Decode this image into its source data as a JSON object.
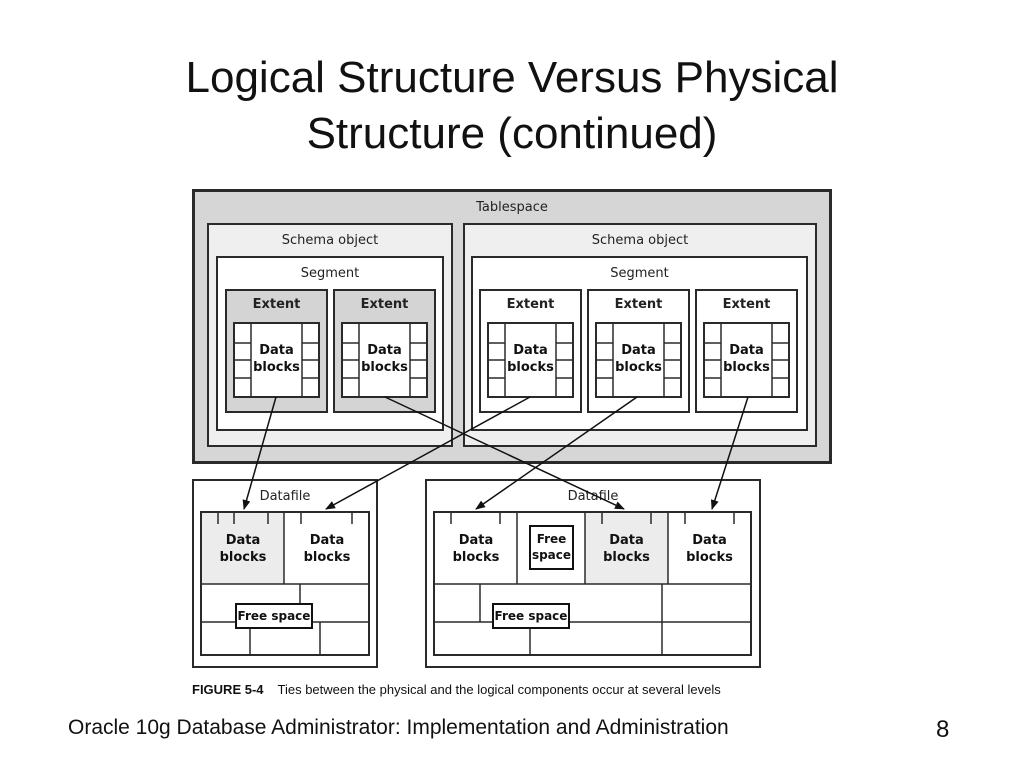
{
  "slide": {
    "title_line1": "Logical Structure Versus Physical",
    "title_line2": "Structure (continued)",
    "footer": "Oracle 10g Database Administrator: Implementation and Administration",
    "page_number": "8"
  },
  "figure": {
    "label": "FIGURE 5-4",
    "caption": "Ties between the physical and the logical components occur at several levels",
    "tablespace_label": "Tablespace",
    "schema_object_label": "Schema object",
    "segment_label": "Segment",
    "extent_label": "Extent",
    "data_label": "Data",
    "blocks_label": "blocks",
    "datafile_label": "Datafile",
    "free_label": "Free",
    "space_label": "space",
    "free_space_label": "Free space"
  }
}
